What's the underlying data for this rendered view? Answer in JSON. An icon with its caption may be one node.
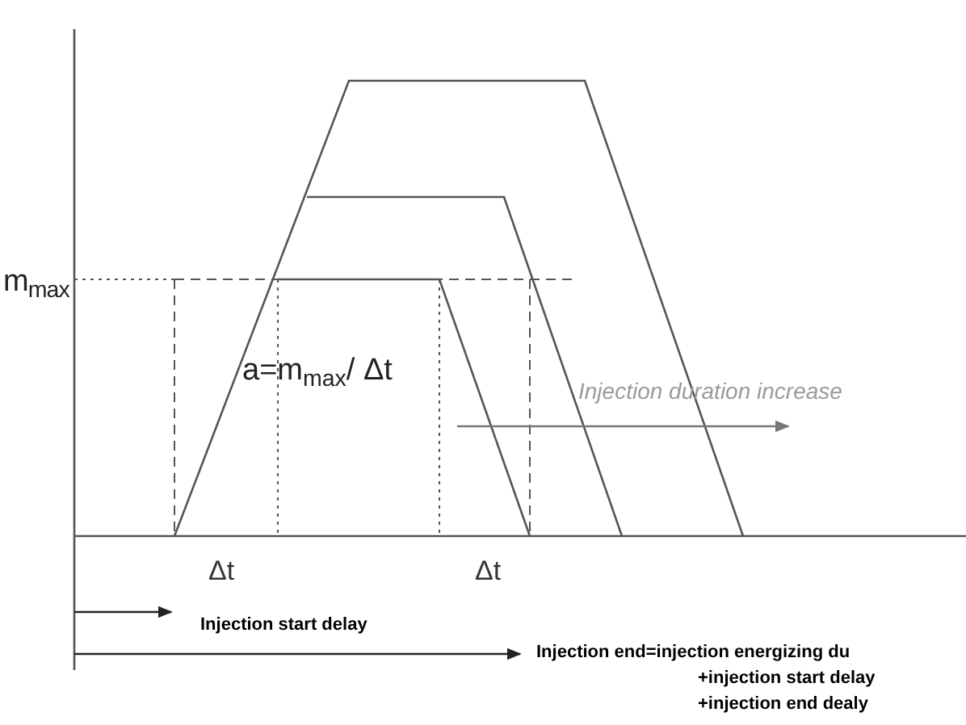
{
  "diagram": {
    "labels": [
      "m$_{max}$",
      "a=m$_{max}$/ Δt",
      "Injection duration increase",
      "Δt",
      "Δt",
      "Injection start delay",
      "Injection end=injection energizing du",
      "+injection start delay",
      "+injection end dealy"
    ]
  }
}
